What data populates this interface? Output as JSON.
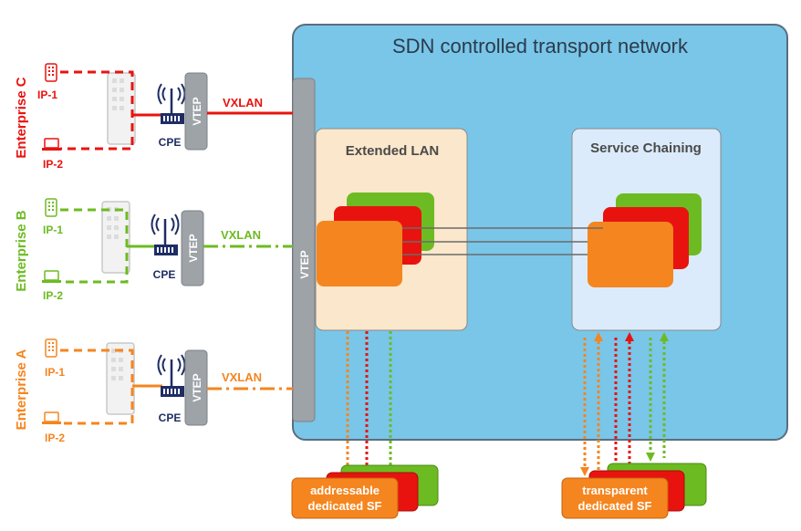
{
  "title": "SDN controlled transport network",
  "extended_lan": "Extended LAN",
  "service_chaining": "Service Chaining",
  "vtep": "VTEP",
  "vxlan": "VXLAN",
  "cpe": "CPE",
  "ip1": "IP-1",
  "ip2": "IP-2",
  "colors": {
    "red": "#e8130f",
    "green": "#6dbb22",
    "orange": "#f5851f",
    "net": "#79c6e8",
    "navy": "#1f2d64"
  },
  "enterprises": [
    {
      "name": "Enterprise C",
      "color": "#e8130f"
    },
    {
      "name": "Enterprise B",
      "color": "#6dbb22"
    },
    {
      "name": "Enterprise A",
      "color": "#f5851f"
    }
  ],
  "sf_left": {
    "line1": "addressable",
    "line2": "dedicated SF"
  },
  "sf_right": {
    "line1": "transparent",
    "line2": "dedicated SF"
  }
}
